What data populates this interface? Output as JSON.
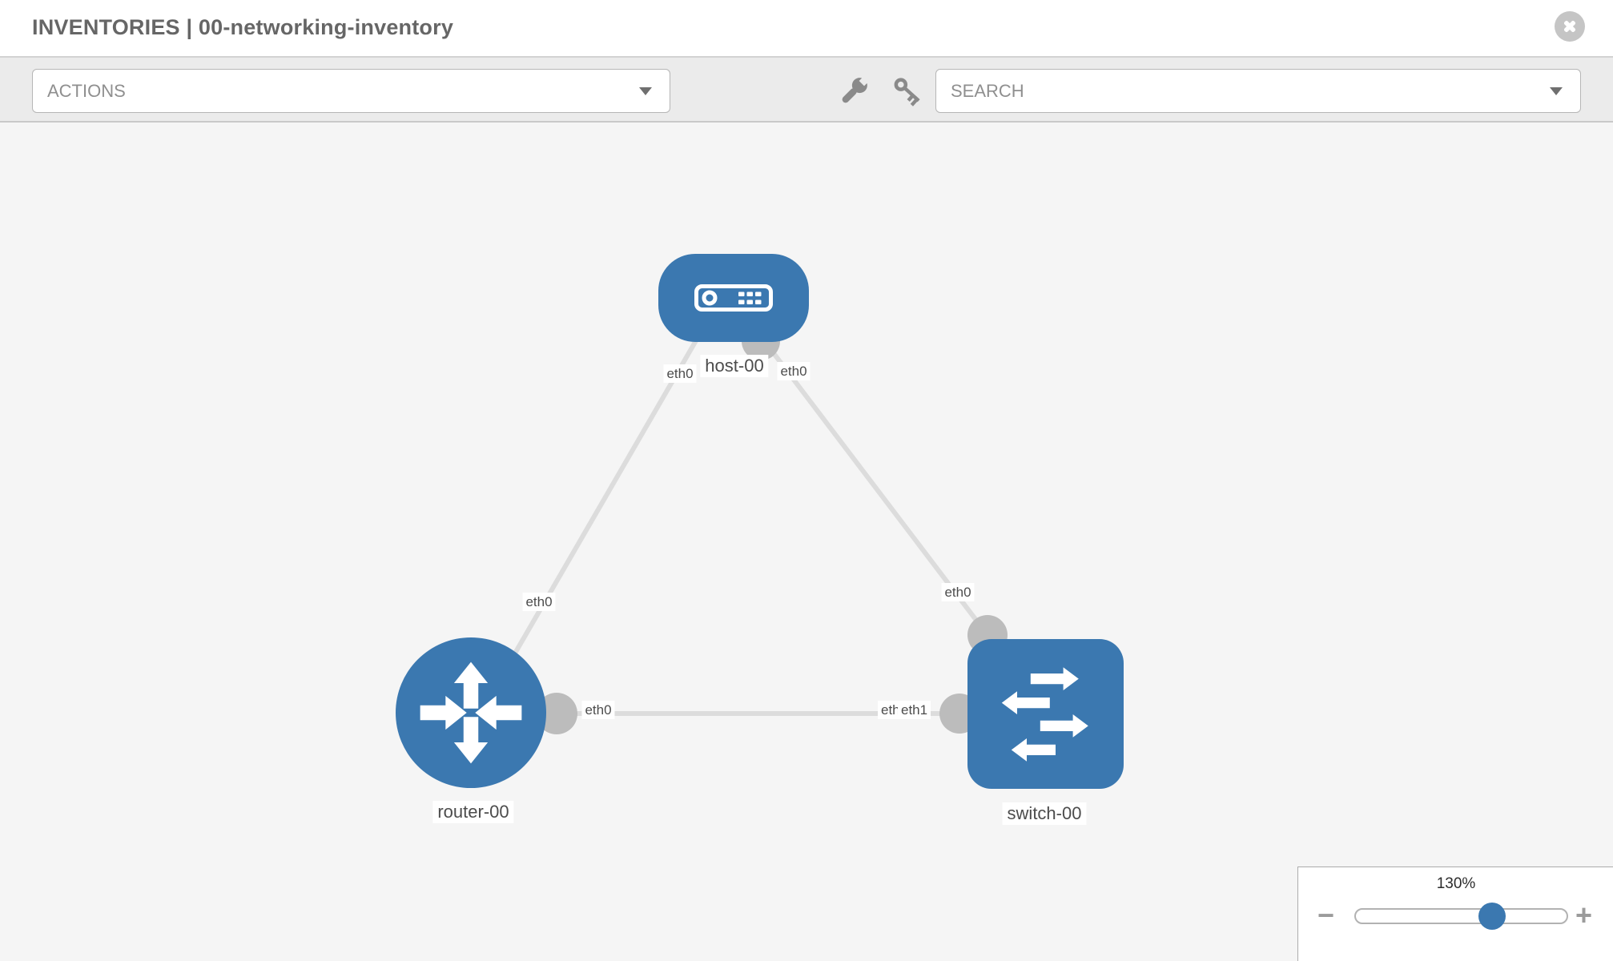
{
  "header": {
    "title": "INVENTORIES | 00-networking-inventory"
  },
  "toolbar": {
    "actions_label": "ACTIONS",
    "search_label": "SEARCH",
    "tools": [
      {
        "name": "wrench-icon"
      },
      {
        "name": "key-icon"
      }
    ]
  },
  "topology": {
    "nodes": [
      {
        "name": "host-00",
        "type": "host"
      },
      {
        "name": "router-00",
        "type": "router"
      },
      {
        "name": "switch-00",
        "type": "switch"
      }
    ],
    "links": [
      {
        "source": "host-00",
        "source_interface": "eth0",
        "target": "router-00",
        "target_interface": "eth0"
      },
      {
        "source": "host-00",
        "source_interface": "eth0",
        "target": "switch-00",
        "target_interface": "eth0"
      },
      {
        "source": "router-00",
        "source_interface": "eth0",
        "target": "switch-00",
        "target_interface": "eth1"
      }
    ],
    "iface_labels": [
      {
        "text": "eth0",
        "link": "host-router",
        "end": "host"
      },
      {
        "text": "eth0",
        "link": "host-switch",
        "end": "host"
      },
      {
        "text": "eth0",
        "link": "host-router",
        "end": "router"
      },
      {
        "text": "eth0",
        "link": "host-switch",
        "end": "switch"
      },
      {
        "text": "eth0",
        "link": "router-switch",
        "end": "router"
      },
      {
        "text": "eth0",
        "link": "router-switch",
        "end": "switch-underlapped"
      },
      {
        "text": "eth1",
        "link": "router-switch",
        "end": "switch"
      }
    ]
  },
  "zoom": {
    "level": "130%",
    "zoom_out": "−",
    "zoom_in": "+"
  },
  "colors": {
    "node_blue": "#3B78B0",
    "link_gray": "#DCDCDC",
    "port_gray": "#BCBCBC",
    "toolbar_gray": "#EBEBEB",
    "canvas_gray": "#F5F5F5"
  }
}
